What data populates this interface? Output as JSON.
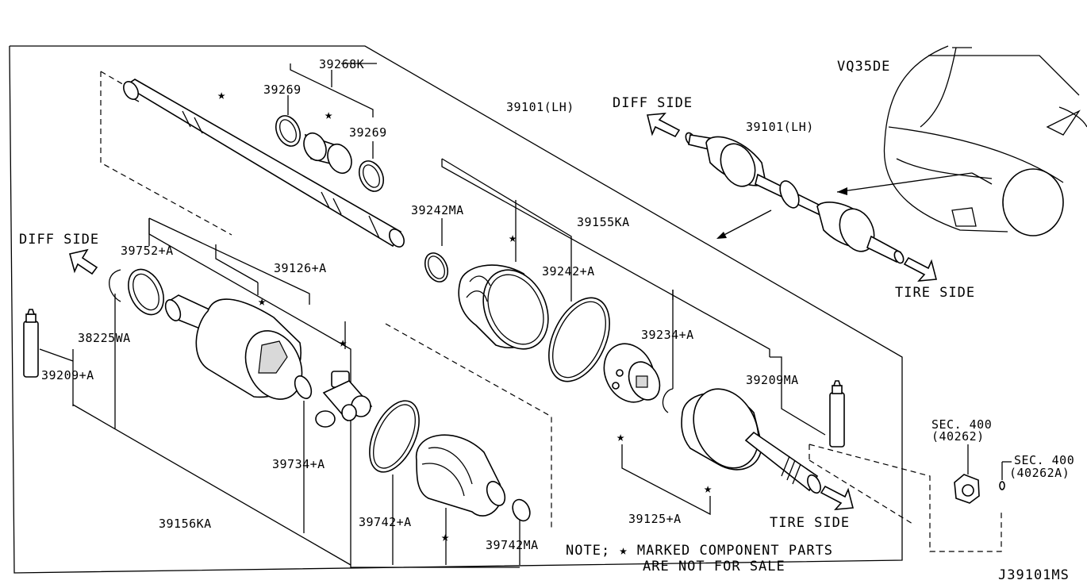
{
  "diagram": {
    "engine": "VQ35DE",
    "figure_code": "J39101MS",
    "note_line1": "NOTE; ★ MARKED COMPONENT PARTS",
    "note_line2": "ARE NOT FOR SALE",
    "star": "★"
  },
  "labels": {
    "p39268k": "39268K",
    "p39269_a": "39269",
    "p39269_b": "39269",
    "p39101lh_main": "39101(LH)",
    "p39101lh_inset": "39101(LH)",
    "p39242ma": "39242MA",
    "p39155ka": "39155KA",
    "p39242a": "39242+A",
    "p39234a": "39234+A",
    "p39209ma": "39209MA",
    "p39752a": "39752+A",
    "p39126a": "39126+A",
    "p38225wa": "38225WA",
    "p39209a": "39209+A",
    "p39734a": "39734+A",
    "p39156ka": "39156KA",
    "p39742a": "39742+A",
    "p39742ma": "39742MA",
    "p39125a": "39125+A",
    "sec400_a": "SEC. 400",
    "sec400_a_sub": "(40262)",
    "sec400_b": "SEC. 400",
    "sec400_b_sub": "(40262A)"
  },
  "directions": {
    "diff_side_left": "DIFF SIDE",
    "diff_side_inset": "DIFF SIDE",
    "tire_side_main": "TIRE SIDE",
    "tire_side_inset": "TIRE SIDE"
  }
}
